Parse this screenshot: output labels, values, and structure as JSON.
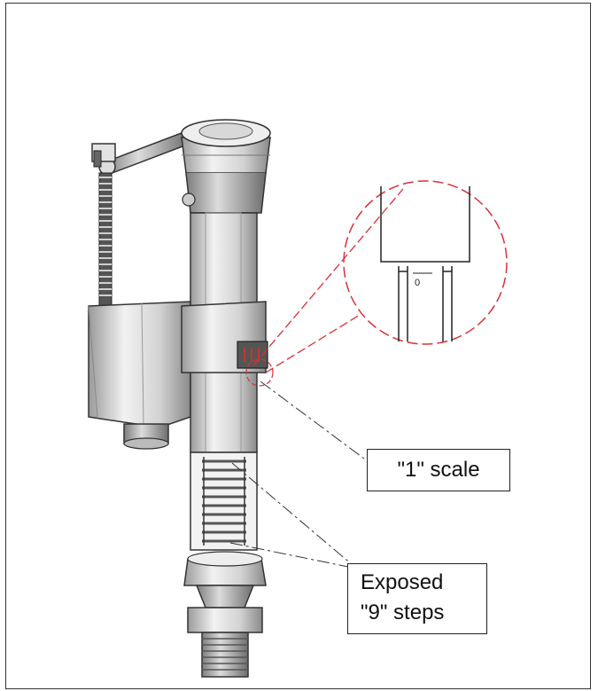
{
  "callouts": {
    "scale": "\"1\" scale",
    "steps_line1": "Exposed",
    "steps_line2": "\"9\" steps"
  },
  "zoom_scale_mark": "0",
  "colors": {
    "outline": "#333333",
    "zoom_circle": "#d9303a",
    "body_light": "#e6e6e6",
    "body_mid": "#bdbdbd",
    "body_dark": "#6f6f6f",
    "part_red": "#c0392b"
  }
}
